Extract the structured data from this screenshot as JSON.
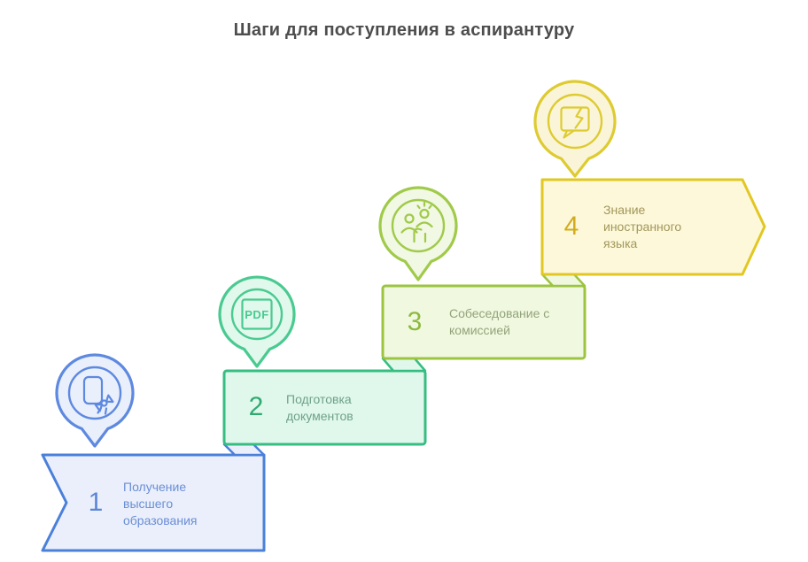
{
  "title": "Шаги для поступления в аспирантуру",
  "steps": [
    {
      "number": "1",
      "label": "Получение\nвысшего\nобразования",
      "icon": "certificate-icon",
      "colors": {
        "banner_fill": "#eaeffb",
        "banner_border": "#4a80d9",
        "balloon_fill": "#e9effb",
        "balloon_border": "#5e89e0",
        "number": "#5c86d6",
        "label": "#6a8ed6"
      }
    },
    {
      "number": "2",
      "label": "Подготовка\nдокументов",
      "icon": "pdf-icon",
      "icon_text": "PDF",
      "colors": {
        "banner_fill": "#dff8eb",
        "banner_border": "#36bd81",
        "balloon_fill": "#e1f8ec",
        "balloon_border": "#49ca90",
        "number": "#31aa71",
        "label": "#6fa189"
      }
    },
    {
      "number": "3",
      "label": "Собеседование с\nкомиссией",
      "icon": "interview-icon",
      "colors": {
        "banner_fill": "#f0f8df",
        "banner_border": "#9cc441",
        "balloon_fill": "#f1f8e3",
        "balloon_border": "#a0ca49",
        "number": "#8cb93f",
        "label": "#93a37b"
      }
    },
    {
      "number": "4",
      "label": "Знание\nиностранного\nязыка",
      "icon": "speech-bubble-icon",
      "colors": {
        "banner_fill": "#fdf8d9",
        "banner_border": "#e2c722",
        "balloon_fill": "#faf5d9",
        "balloon_border": "#decb31",
        "number": "#d2ac1c",
        "label": "#a2975c"
      }
    }
  ]
}
